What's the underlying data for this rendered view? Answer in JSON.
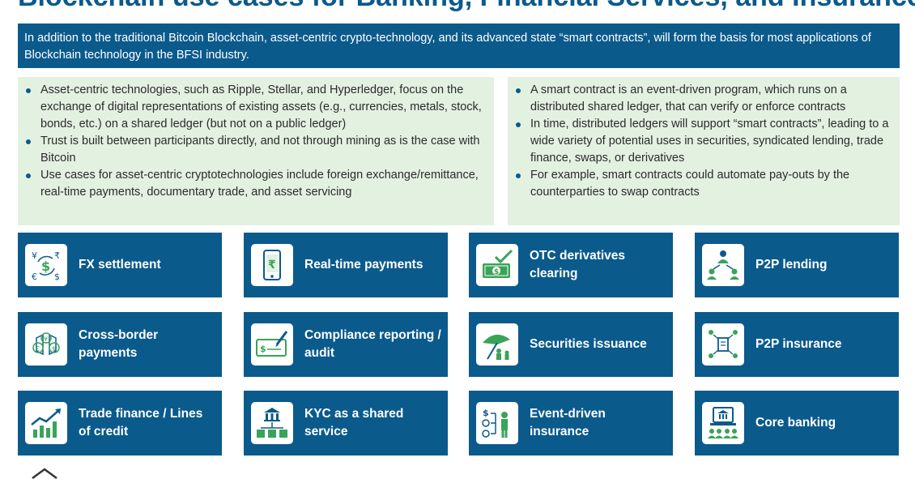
{
  "title": "Blockchain use cases for Banking, Financial Services, and Insurance",
  "intro": "In addition to the traditional Bitcoin Blockchain, asset-centric crypto-technology, and its advanced state “smart contracts”, will form the basis for most applications of Blockchain technology in the BFSI industry.",
  "left_bullets": [
    "Asset-centric technologies, such as Ripple, Stellar, and Hyperledger, focus on the exchange of digital representations of existing assets (e.g., currencies, metals, stock, bonds, etc.) on a shared ledger (but not on a public ledger)",
    "Trust is built between participants directly, and not through mining as is the case with Bitcoin",
    "Use cases for asset-centric cryptotechnologies include foreign exchange/remittance, real-time payments, documentary trade, and asset servicing"
  ],
  "right_bullets": [
    "A smart contract is an event-driven program, which runs on a distributed shared ledger, that can verify or enforce contracts",
    "In time, distributed ledgers will support “smart contracts”, leading to a wide variety of potential uses in securities, syndicated lending, trade finance, swaps, or derivatives",
    "For example, smart contracts could automate pay-outs by the counterparties to swap contracts"
  ],
  "tiles": [
    {
      "label": "FX settlement",
      "icon": "fx-currency-icon",
      "glyph": "¥ $ €"
    },
    {
      "label": "Real-time payments",
      "icon": "mobile-payment-icon",
      "glyph": "₹"
    },
    {
      "label": "OTC derivatives clearing",
      "icon": "cash-check-icon",
      "glyph": "$"
    },
    {
      "label": "P2P lending",
      "icon": "people-network-icon",
      "glyph": ""
    },
    {
      "label": "Cross-border payments",
      "icon": "currency-exchange-icon",
      "glyph": "€ ¥ $"
    },
    {
      "label": "Compliance reporting / audit",
      "icon": "cheque-signing-icon",
      "glyph": "$"
    },
    {
      "label": "Securities issuance",
      "icon": "umbrella-protection-icon",
      "glyph": ""
    },
    {
      "label": "P2P insurance",
      "icon": "document-network-icon",
      "glyph": ""
    },
    {
      "label": "Trade finance / Lines of credit",
      "icon": "growth-chart-icon",
      "glyph": ""
    },
    {
      "label": "KYC as a shared service",
      "icon": "bank-network-icon",
      "glyph": ""
    },
    {
      "label": "Event-driven insurance",
      "icon": "event-flow-icon",
      "glyph": "$"
    },
    {
      "label": "Core banking",
      "icon": "bank-laptop-icon",
      "glyph": ""
    }
  ],
  "colors": {
    "primary": "#0b5a8c",
    "panel": "#e3f1e1",
    "icon_green": "#3aa35a"
  }
}
